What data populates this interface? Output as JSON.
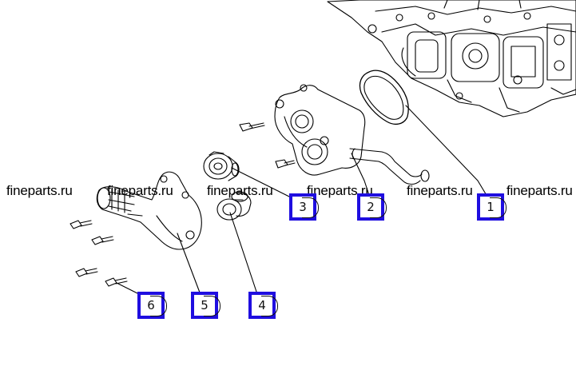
{
  "watermark": "fineparts.ru",
  "callouts": [
    {
      "label": "1",
      "part": "gasket"
    },
    {
      "label": "2",
      "part": "thermostat-housing"
    },
    {
      "label": "3",
      "part": "thermostat"
    },
    {
      "label": "4",
      "part": "thermostat"
    },
    {
      "label": "5",
      "part": "water-outlet"
    },
    {
      "label": "6",
      "part": "bolt"
    }
  ],
  "colors": {
    "callout_border": "#1f0ee0",
    "line": "#000000",
    "background": "#ffffff"
  }
}
